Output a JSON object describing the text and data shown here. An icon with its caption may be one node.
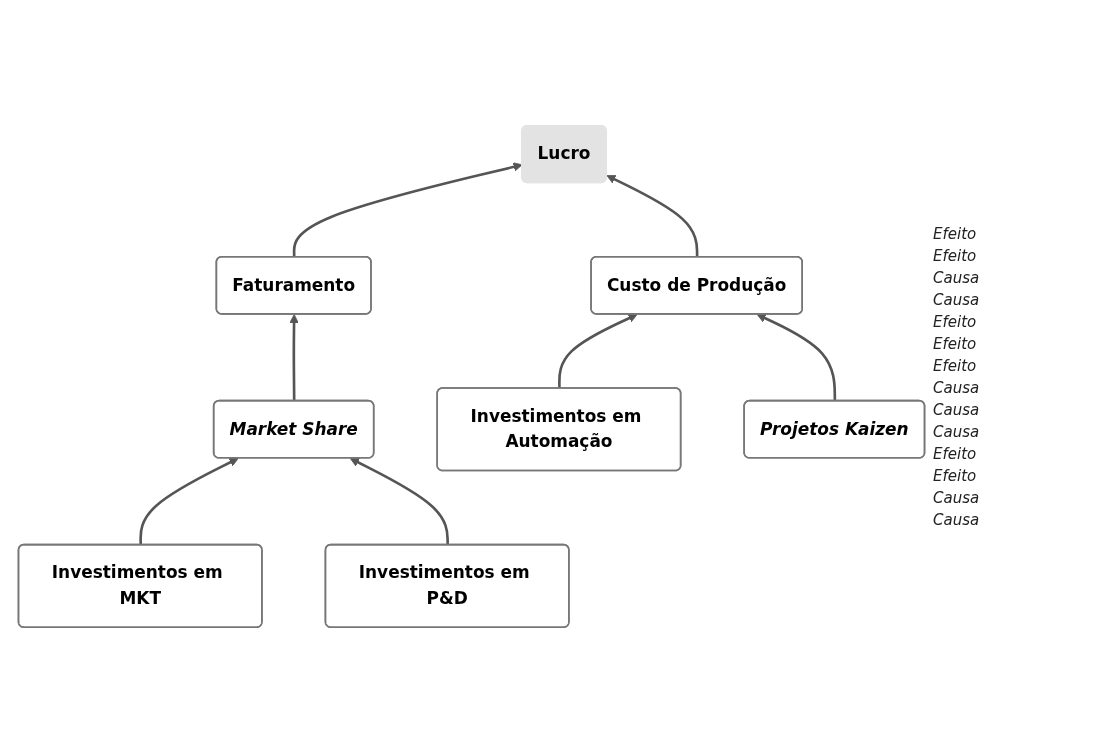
{
  "diagram": {
    "nodes": [
      {
        "text": [
          "Lucro"
        ]
      },
      {
        "text": [
          "Faturamento"
        ]
      },
      {
        "text": [
          "Custo de Produção"
        ]
      },
      {
        "text": [
          "Market Share"
        ]
      },
      {
        "text": [
          "Investimentos em Automação"
        ]
      },
      {
        "text": [
          "Projetos Kaizen"
        ]
      },
      {
        "text": [
          "Investimentos em MKT"
        ]
      },
      {
        "text": [
          "Investimentos em P&D"
        ]
      }
    ],
    "edges": [
      {
        "from": 1,
        "to": 0,
        "arrow": "to"
      },
      {
        "from": 2,
        "to": 0,
        "arrow": "to"
      },
      {
        "from": 3,
        "to": 1,
        "arrow": "to"
      },
      {
        "from": 4,
        "to": 2,
        "arrow": "to"
      },
      {
        "from": 5,
        "to": 2,
        "arrow": "to"
      },
      {
        "from": 6,
        "to": 3,
        "arrow": "to"
      },
      {
        "from": 7,
        "to": 3,
        "arrow": "to"
      }
    ],
    "labels": [
      "Efeito",
      "Efeito",
      "Causa",
      "Causa",
      "Efeito",
      "Efeito",
      "Efeito",
      "Causa",
      "Causa",
      "Causa",
      "Efeito",
      "Efeito",
      "Causa",
      "Causa"
    ]
  }
}
